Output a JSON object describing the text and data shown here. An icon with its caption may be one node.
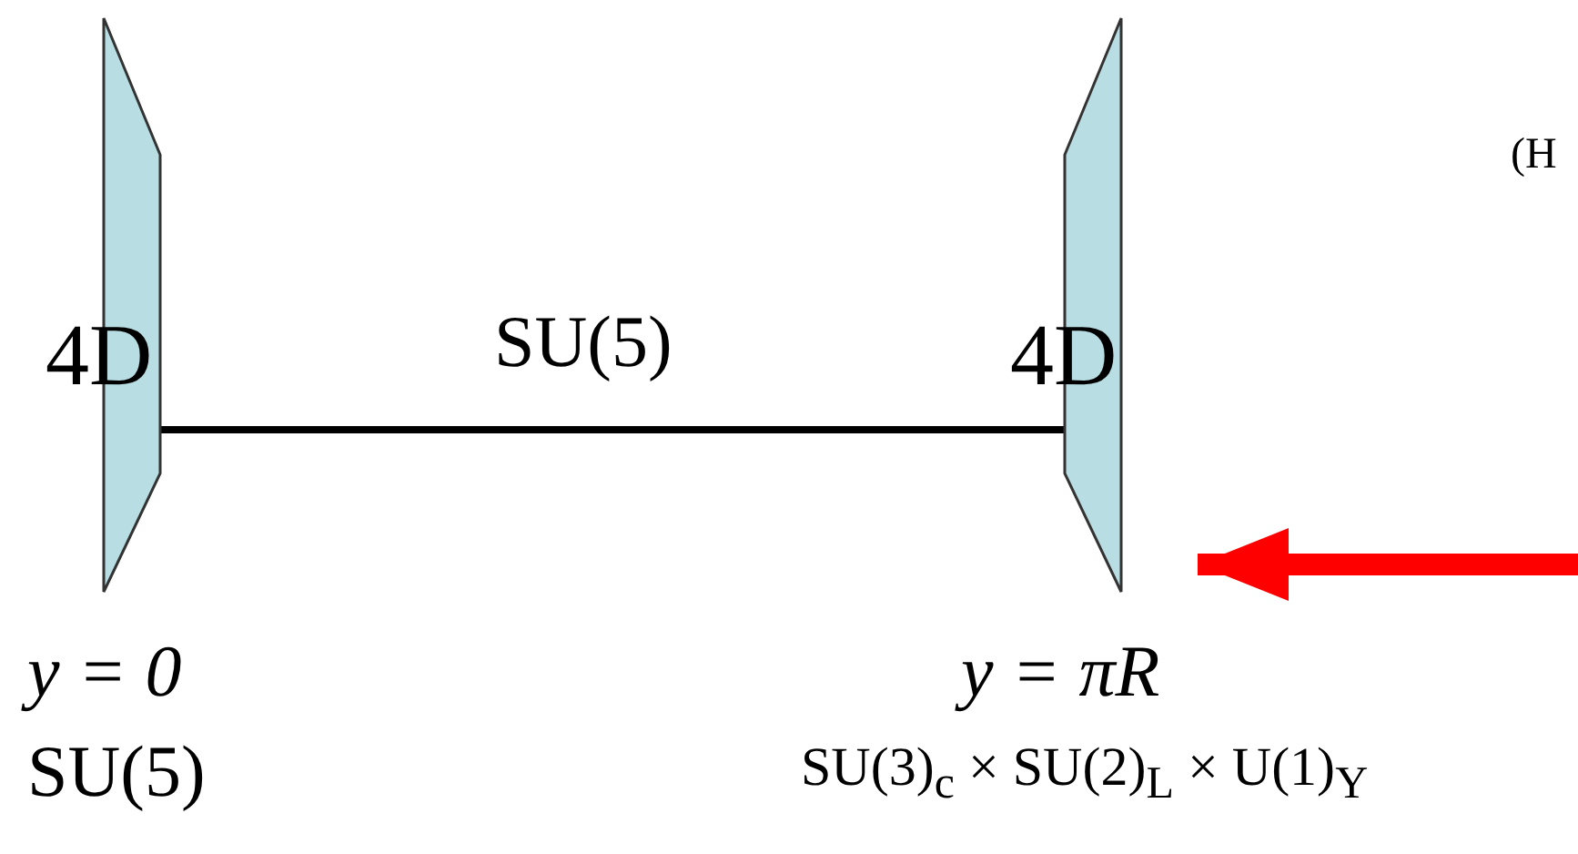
{
  "diagram": {
    "nodes": [
      {
        "text": [
          "4D"
        ],
        "beside": [
          "y = 0",
          "SU(5)"
        ]
      },
      {
        "text": [
          "4D"
        ],
        "beside": [
          "y = πR",
          "SU(3)$_{c}$ × SU(2)$_{L}$ × U(1)$_{Y}$"
        ]
      }
    ],
    "edges": [
      {
        "from": 0,
        "to": 1,
        "arrow": "none",
        "label": "SU(5)"
      },
      {
        "from": null,
        "to": 1,
        "arrow": "to",
        "style": "thick",
        "color": "#ff0000"
      }
    ],
    "labels": [
      "(H"
    ]
  }
}
